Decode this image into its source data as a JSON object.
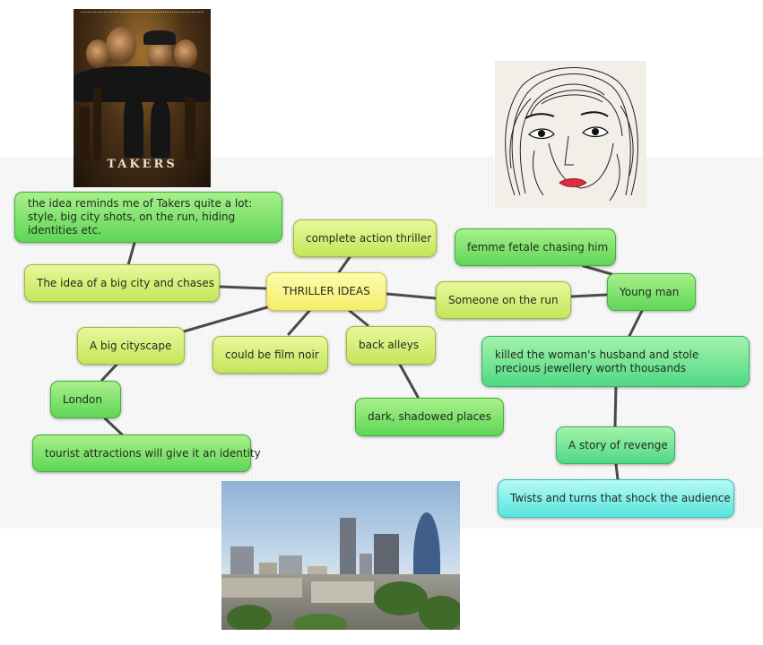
{
  "nodes": {
    "center": "THRILLER IDEAS",
    "takers_idea": "the idea reminds me of Takers quite a lot: style, big city shots, on the run, hiding identities etc.",
    "action_thriller": "complete action thriller",
    "big_city_chases": "The idea of a big city and chases",
    "cityscape": "A big cityscape",
    "film_noir": "could be film noir",
    "back_alleys": "back alleys",
    "shadowed_places": "dark, shadowed places",
    "london": "London",
    "tourist": "tourist attractions will give it an identity",
    "on_the_run": "Someone on the run",
    "young_man": "Young man",
    "femme_fetale": "femme fetale chasing him",
    "killed": "killed the woman's husband and stole precious jewellery worth thousands",
    "revenge": "A story of revenge",
    "twists": "Twists and turns that shock the audience"
  },
  "poster": {
    "title": "TAKERS"
  },
  "colors": {
    "center": "#f3ed68",
    "yellow_green": "#c4e65a",
    "green": "#5fd657",
    "green_cyan": "#4fd985",
    "cyan": "#58e3dd",
    "edge": "#4a4a4a"
  }
}
